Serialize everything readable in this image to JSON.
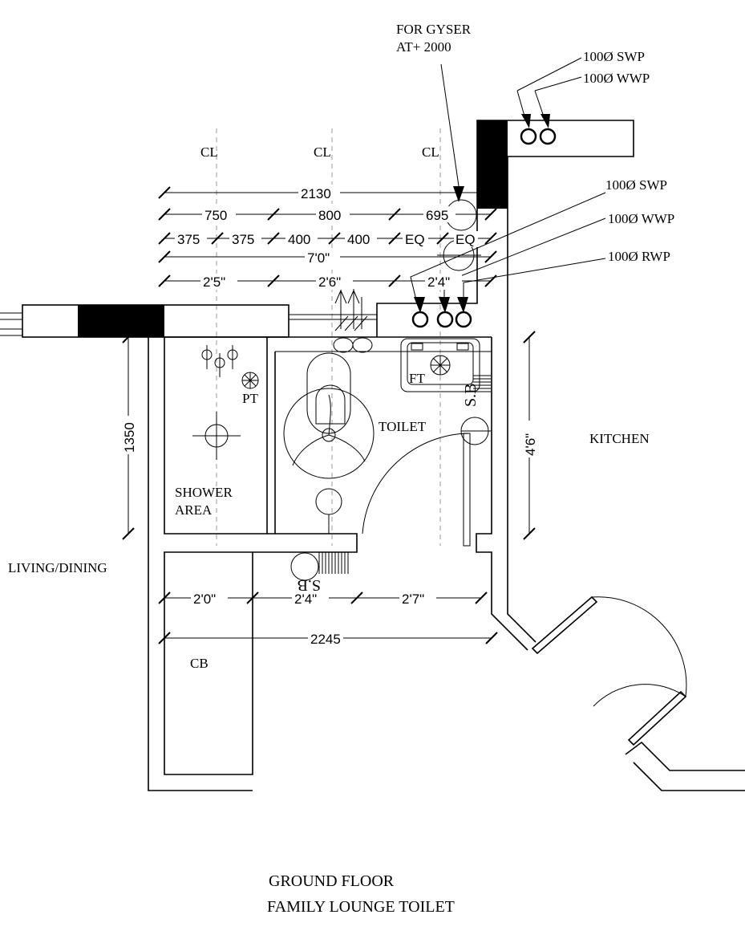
{
  "drawing": {
    "title_line1": "GROUND FLOOR",
    "title_line2": "FAMILY LOUNGE TOILET"
  },
  "notes": {
    "gyser_line1": "FOR GYSER",
    "gyser_line2": "AT+ 2000",
    "pipe_top_swp": "100Ø SWP",
    "pipe_top_wwp": "100Ø WWP",
    "pipe_swp": "100Ø SWP",
    "pipe_wwp": "100Ø WWP",
    "pipe_rwp": "100Ø RWP"
  },
  "centerlines": [
    "CL",
    "CL",
    "CL"
  ],
  "dimensions": {
    "overall_top": "2130",
    "row1": [
      "750",
      "800",
      "695"
    ],
    "row2": [
      "375",
      "375",
      "400",
      "400",
      "EQ",
      "EQ"
    ],
    "row3": "7'0\"",
    "row4": [
      "2'5\"",
      "2'6\"",
      "2'4\""
    ],
    "left_vertical": "1350",
    "right_vertical": "4'6\"",
    "row5": [
      "2'0\"",
      "2'4\"",
      "2'7\""
    ],
    "overall_bottom": "2245"
  },
  "rooms": {
    "kitchen": "KITCHEN",
    "living_dining": "LIVING/DINING",
    "shower_line1": "SHOWER",
    "shower_line2": "AREA",
    "toilet": "TOILET",
    "cb": "CB"
  },
  "fixtures": {
    "pt": "PT",
    "ft": "FT",
    "sb_upper": "S.B",
    "sb_lower": "S.B"
  }
}
